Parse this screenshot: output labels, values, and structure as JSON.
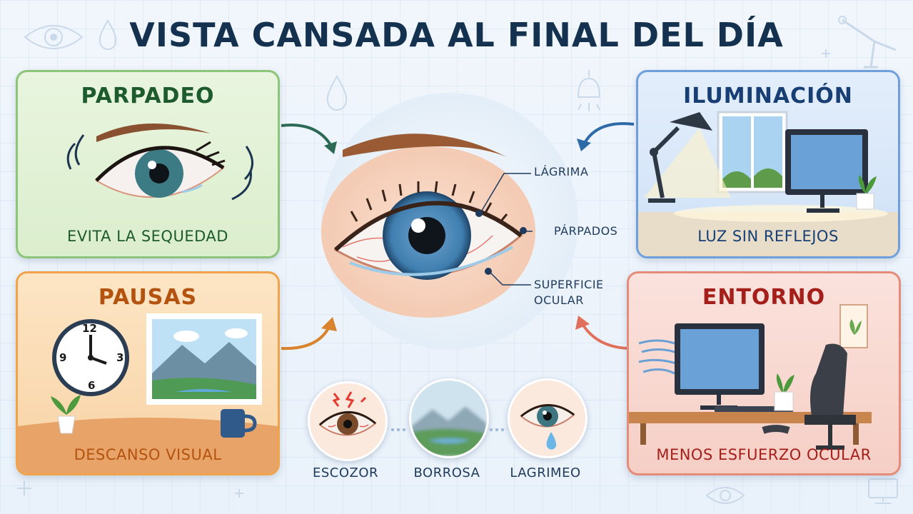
{
  "title": "VISTA CANSADA AL FINAL DEL DÍA",
  "panels": {
    "parpadeo": {
      "title": "PARPADEO",
      "caption": "EVITA LA SEQUEDAD",
      "color": "#1d5a2c"
    },
    "pausas": {
      "title": "PAUSAS",
      "caption": "DESCANSO VISUAL",
      "color": "#b4530f"
    },
    "iluminacion": {
      "title": "ILUMINACIÓN",
      "caption": "LUZ SIN REFLEJOS",
      "color": "#173f74"
    },
    "entorno": {
      "title": "ENTORNO",
      "caption": "MENOS ESFUERZO OCULAR",
      "color": "#a51f1a"
    }
  },
  "eye_labels": {
    "lagrima": "LÁGRIMA",
    "parpados": "PÁRPADOS",
    "superficie_line1": "SUPERFICIE",
    "superficie_line2": "OCULAR"
  },
  "symptoms": [
    {
      "label": "ESCOZOR",
      "icon": "irritated-eye-icon"
    },
    {
      "label": "BORROSA",
      "icon": "blurry-landscape-icon"
    },
    {
      "label": "LAGRIMEO",
      "icon": "tearing-eye-icon"
    }
  ],
  "clock": {
    "numbers": [
      "12",
      "3",
      "6",
      "9"
    ]
  },
  "colors": {
    "title": "#14324f",
    "arrow_green": "#2d6a55",
    "arrow_orange": "#d9832d",
    "arrow_blue": "#2f6aa8",
    "arrow_red": "#e0705c",
    "iris": "#3f7fb0"
  }
}
